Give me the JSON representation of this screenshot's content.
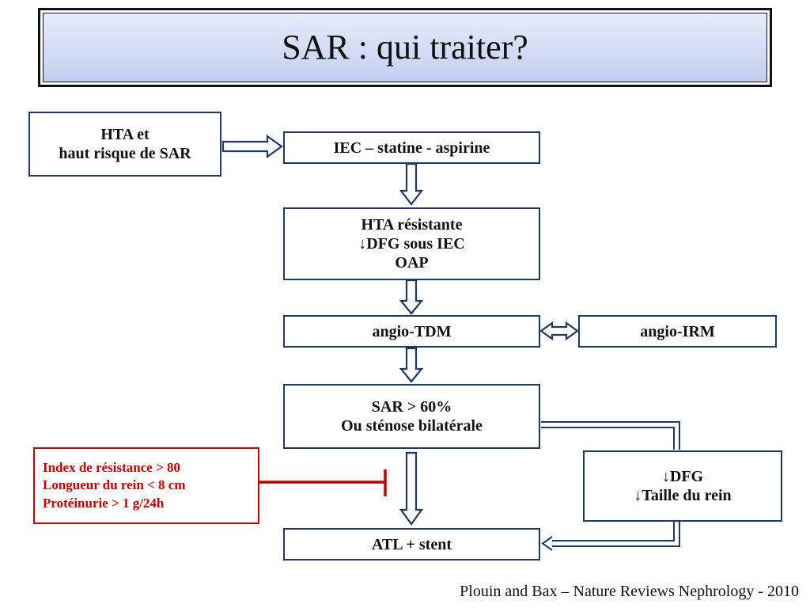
{
  "title": "SAR : qui traiter?",
  "boxes": {
    "hta": [
      "HTA et",
      "haut risque de SAR"
    ],
    "iec": [
      "IEC – statine - aspirine"
    ],
    "resistante": [
      "HTA résistante",
      "↓DFG sous IEC",
      "OAP"
    ],
    "tdm": [
      "angio-TDM"
    ],
    "irm": [
      "angio-IRM"
    ],
    "sar": [
      "SAR > 60%",
      "Ou sténose bilatérale"
    ],
    "dfg": [
      "↓DFG",
      "↓Taille du rein"
    ],
    "atl": [
      "ATL + stent"
    ],
    "contra": [
      "Index de résistance > 80",
      "Longueur du rein < 8 cm",
      "Protéinurie > 1 g/24h"
    ]
  },
  "citation": "Plouin and Bax – Nature Reviews Nephrology - 2010",
  "colors": {
    "box_border": "#1f3864",
    "contra_red": "#c00000"
  }
}
